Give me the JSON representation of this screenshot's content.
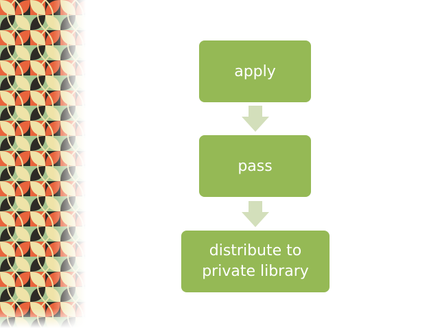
{
  "background": {
    "pattern_colors": {
      "cream": "#efe3a8",
      "coral": "#e8643c",
      "sage": "#a5c48f",
      "charcoal": "#2d2b26"
    }
  },
  "flowchart": {
    "box_color": "#95b955",
    "arrow_color": "#d3dfbb",
    "steps": [
      {
        "label": "apply"
      },
      {
        "label": "pass"
      },
      {
        "label": "distribute to\nprivate library"
      }
    ]
  }
}
